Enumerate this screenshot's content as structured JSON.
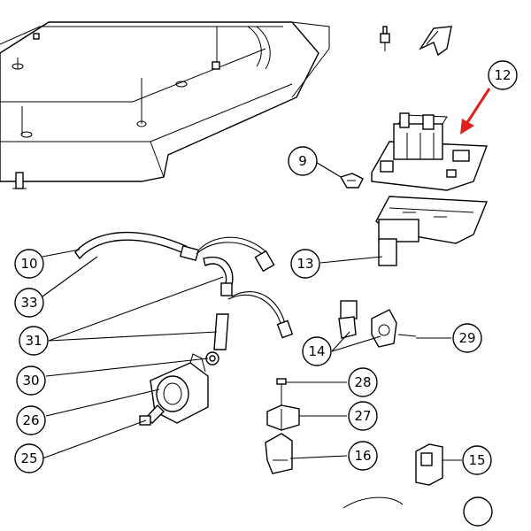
{
  "callouts": {
    "c12": "12",
    "c9": "9",
    "c10": "10",
    "c13": "13",
    "c33": "33",
    "c31": "31",
    "c14": "14",
    "c29": "29",
    "c30": "30",
    "c28": "28",
    "c26": "26",
    "c27": "27",
    "c25": "25",
    "c16": "16",
    "c15": "15"
  },
  "colors": {
    "line": "#000000",
    "highlight_arrow": "#e0201b",
    "background": "#ffffff"
  }
}
